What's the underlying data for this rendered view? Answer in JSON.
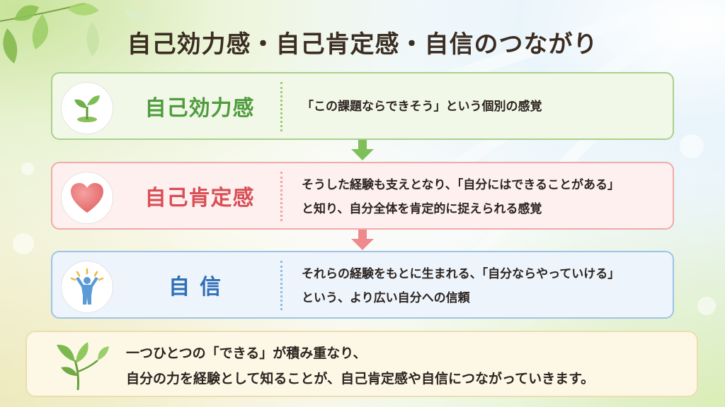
{
  "title": "自己効力感・自己肯定感・自信のつながり",
  "cards": [
    {
      "label": "自己効力感",
      "icon": "sprout-icon",
      "lines": [
        "「この課題ならできそう」という個別の感覚"
      ]
    },
    {
      "label": "自己肯定感",
      "icon": "heart-icon",
      "lines": [
        "そうした経験も支えとなり、「自分にはできることがある」",
        "と知り、自分全体を肯定的に捉えられる感覚"
      ]
    },
    {
      "label": "自信",
      "icon": "person-raising-arms-icon",
      "lines": [
        "それらの経験をもとに生まれる、「自分ならやっていける」",
        "という、より広い自分への信頼"
      ]
    }
  ],
  "summary": {
    "icon": "leaf-sprig-icon",
    "lines": [
      "一つひとつの「できる」が積み重なり、",
      "自分の力を経験として知ることが、自己肯定感や自信につながっていきます。"
    ]
  },
  "colors": {
    "green": "#4f9c3d",
    "pink": "#d94f56",
    "blue": "#2f6fb6",
    "title": "#3b2d22"
  }
}
